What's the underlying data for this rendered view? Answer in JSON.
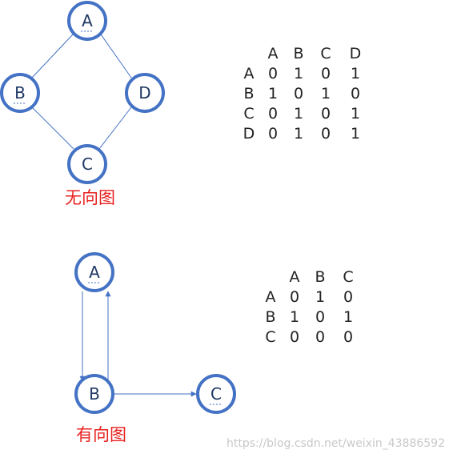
{
  "undirected": {
    "caption": "无向图",
    "nodes": {
      "A": "A",
      "B": "B",
      "C": "C",
      "D": "D"
    },
    "matrix": {
      "col_headers": [
        "A",
        "B",
        "C",
        "D"
      ],
      "rows": [
        {
          "label": "A",
          "values": [
            "0",
            "1",
            "0",
            "1"
          ]
        },
        {
          "label": "B",
          "values": [
            "1",
            "0",
            "1",
            "0"
          ]
        },
        {
          "label": "C",
          "values": [
            "0",
            "1",
            "0",
            "1"
          ]
        },
        {
          "label": "D",
          "values": [
            "0",
            "1",
            "0",
            "1"
          ]
        }
      ]
    }
  },
  "directed": {
    "caption": "有向图",
    "nodes": {
      "A": "A",
      "B": "B",
      "C": "C"
    },
    "matrix": {
      "col_headers": [
        "A",
        "B",
        "C"
      ],
      "rows": [
        {
          "label": "A",
          "values": [
            "0",
            "1",
            "0"
          ]
        },
        {
          "label": "B",
          "values": [
            "1",
            "0",
            "1"
          ]
        },
        {
          "label": "C",
          "values": [
            "0",
            "0",
            "0"
          ]
        }
      ]
    }
  },
  "watermark": "https://blog.csdn.net/weixin_43886592",
  "colors": {
    "node_stroke": "#4472c4",
    "caption": "#e8211f"
  }
}
